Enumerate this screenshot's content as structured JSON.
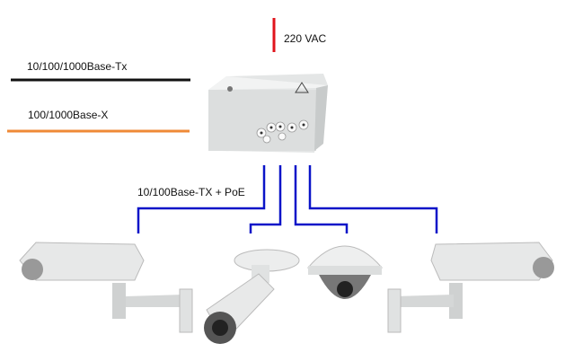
{
  "labels": {
    "power": "220 VAC",
    "copper_uplink": "10/100/1000Base-Tx",
    "fiber_uplink": "100/1000Base-X",
    "camera_links": "10/100Base-TX + PoE"
  },
  "colors": {
    "power_line": "#e0141c",
    "copper_line": "#111111",
    "fiber_line": "#ef8a37",
    "poe_line": "#0a14c8"
  },
  "devices": [
    "switch-enclosure",
    "box-camera-left",
    "bullet-camera",
    "dome-camera",
    "box-camera-right"
  ]
}
